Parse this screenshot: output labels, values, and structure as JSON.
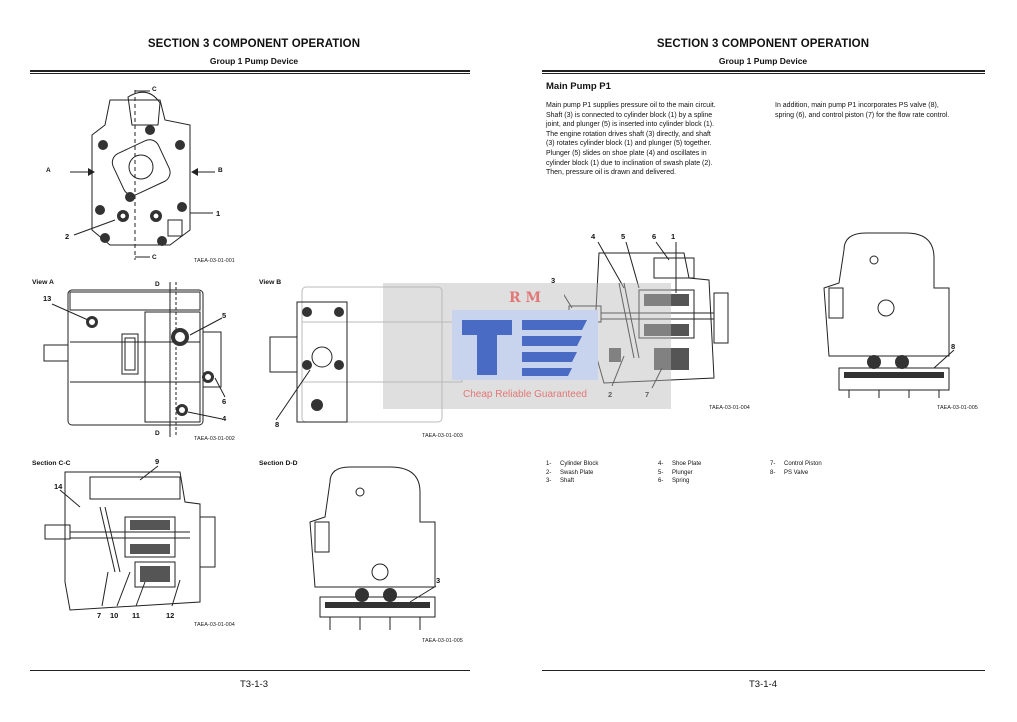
{
  "left_page": {
    "section_title": "SECTION 3 COMPONENT OPERATION",
    "group_title": "Group 1 Pump Device",
    "page_number": "T3-1-3",
    "fig1": {
      "id": "TAEA-03-01-001",
      "labels": {
        "c_top": "C",
        "c_bot": "C",
        "a": "A",
        "b": "B",
        "n1": "1",
        "n2": "2"
      }
    },
    "view_a": {
      "title": "View A",
      "id": "TAEA-03-01-002",
      "labels": {
        "d_top": "D",
        "d_bot": "D",
        "n13": "13",
        "n5": "5",
        "n6": "6",
        "n4": "4"
      }
    },
    "view_b": {
      "title": "View B",
      "id": "TAEA-03-01-003",
      "labels": {
        "n8": "8"
      }
    },
    "section_cc": {
      "title": "Section C-C",
      "id": "TAEA-03-01-004",
      "labels": {
        "n9": "9",
        "n14": "14",
        "n7": "7",
        "n10": "10",
        "n11": "11",
        "n12": "12"
      }
    },
    "section_dd": {
      "title": "Section D-D",
      "id": "TAEA-03-01-005",
      "labels": {
        "n3": "3"
      }
    }
  },
  "right_page": {
    "section_title": "SECTION 3 COMPONENT OPERATION",
    "group_title": "Group 1 Pump Device",
    "page_number": "T3-1-4",
    "subheading": "Main Pump P1",
    "paragraph1": [
      "Main pump P1 supplies pressure oil to the main circuit.",
      "Shaft (3) is connected to cylinder block (1) by a spline",
      "joint, and plunger (5) is inserted into cylinder block (1).",
      "The engine rotation drives shaft (3) directly, and shaft",
      "(3) rotates cylinder block (1) and plunger (5) together.",
      "Plunger (5) slides on shoe plate (4) and oscillates in",
      "cylinder block (1) due to inclination of swash plate (2).",
      "Then, pressure oil is drawn and delivered."
    ],
    "paragraph2": [
      "In addition, main pump P1 incorporates PS valve (8),",
      "spring (6), and control piston (7) for the flow rate control."
    ],
    "fig_left": {
      "id": "TAEA-03-01-004",
      "labels": {
        "n4": "4",
        "n5": "5",
        "n6": "6",
        "n1": "1",
        "n3": "3",
        "n2": "2",
        "n7": "7"
      }
    },
    "fig_right": {
      "id": "TAEA-03-01-005",
      "labels": {
        "n8": "8"
      }
    },
    "legend": [
      [
        {
          "n": "1-",
          "t": "Cylinder Block"
        },
        {
          "n": "2-",
          "t": "Swash Plate"
        },
        {
          "n": "3-",
          "t": "Shaft"
        }
      ],
      [
        {
          "n": "4-",
          "t": "Shoe Plate"
        },
        {
          "n": "5-",
          "t": "Plunger"
        },
        {
          "n": "6-",
          "t": "Spring"
        }
      ],
      [
        {
          "n": "7-",
          "t": "Control Piston"
        },
        {
          "n": "8-",
          "t": "PS Valve"
        }
      ]
    ]
  },
  "watermark": {
    "brand": "R M",
    "tagline": "Cheap Reliable Guaranteed",
    "color": "#e27777"
  }
}
